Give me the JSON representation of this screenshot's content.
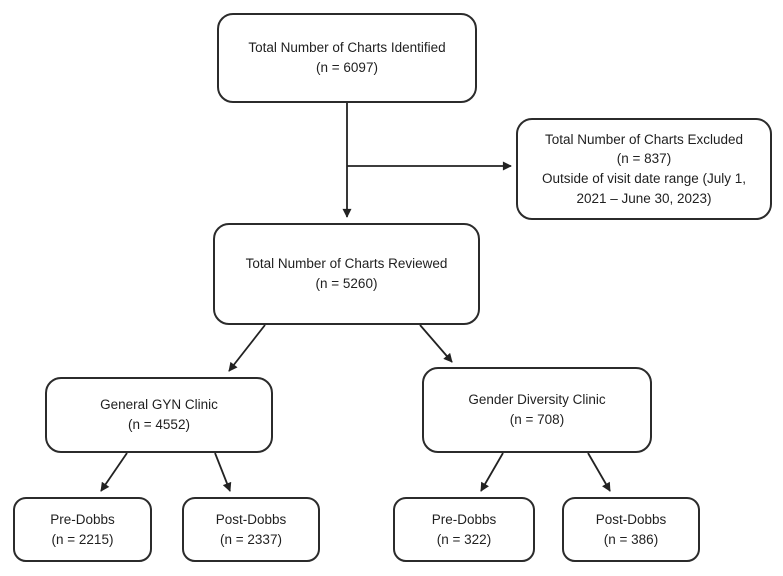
{
  "figure": {
    "type": "flowchart",
    "description": "Chart review flow diagram",
    "colors": {
      "background": "#ffffff",
      "box_fill": "#ffffff",
      "box_border": "#2b2b2b",
      "text": "#1f1f1f",
      "line": "#222222"
    }
  },
  "nodes": {
    "identified": {
      "title": "Total Number of Charts Identified",
      "n": "(n = 6097)"
    },
    "excluded": {
      "title": "Total Number of Charts Excluded",
      "n": "(n = 837)",
      "detail": "Outside of visit date range (July 1, 2021 – June 30, 2023)"
    },
    "reviewed": {
      "title": "Total Number of Charts Reviewed",
      "n": "(n = 5260)"
    },
    "gyn_clinic": {
      "title": "General GYN Clinic",
      "n": "(n = 4552)"
    },
    "gender_diversity_clinic": {
      "title": "Gender Diversity Clinic",
      "n": "(n = 708)"
    },
    "gyn_pre_dobbs": {
      "title": "Pre-Dobbs",
      "n": "(n = 2215)"
    },
    "gyn_post_dobbs": {
      "title": "Post-Dobbs",
      "n": "(n = 2337)"
    },
    "gdc_pre_dobbs": {
      "title": "Pre-Dobbs",
      "n": "(n = 322)"
    },
    "gdc_post_dobbs": {
      "title": "Post-Dobbs",
      "n": "(n = 386)"
    }
  },
  "edges": [
    {
      "from": "identified",
      "to": "reviewed"
    },
    {
      "from": "identified",
      "to": "excluded"
    },
    {
      "from": "reviewed",
      "to": "gyn_clinic"
    },
    {
      "from": "reviewed",
      "to": "gender_diversity_clinic"
    },
    {
      "from": "gyn_clinic",
      "to": "gyn_pre_dobbs"
    },
    {
      "from": "gyn_clinic",
      "to": "gyn_post_dobbs"
    },
    {
      "from": "gender_diversity_clinic",
      "to": "gdc_pre_dobbs"
    },
    {
      "from": "gender_diversity_clinic",
      "to": "gdc_post_dobbs"
    }
  ]
}
